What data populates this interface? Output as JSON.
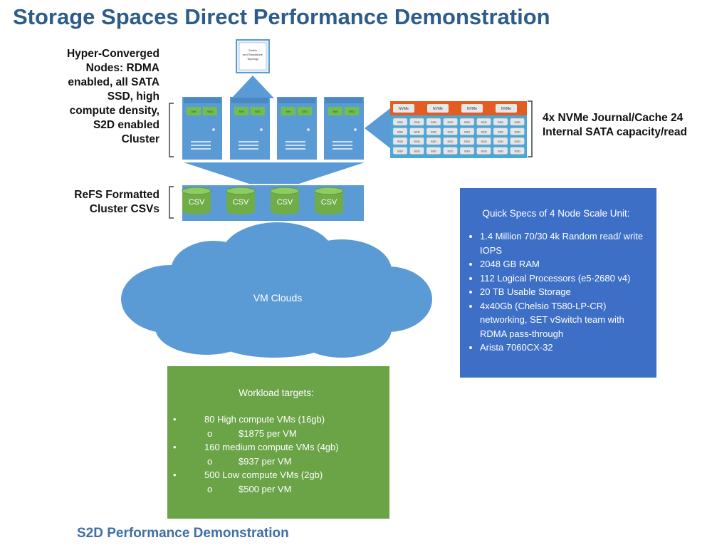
{
  "title": "Storage Spaces Direct Performance Demonstration",
  "left_labels": {
    "nodes": [
      "Hyper-Converged",
      "Nodes: RDMA",
      "enabled, all SATA",
      "SSD, high",
      "compute density,",
      "S2D enabled",
      "Cluster"
    ],
    "csv": [
      "ReFS Formatted",
      "Cluster CSVs"
    ]
  },
  "right_label": [
    "4x NVMe Journal/Cache 24",
    "Internal SATA capacity/read"
  ],
  "switch_label": "Switch and Standalone Topology",
  "node_slot_labels": [
    "NVi",
    "SSD"
  ],
  "csv_labels": [
    "CSV",
    "CSV",
    "CSV",
    "CSV"
  ],
  "nvme_labels": [
    "NVMe",
    "NVMe",
    "NVMe",
    "NVMe"
  ],
  "ssd_label": "SSD",
  "vm_clouds": "VM Clouds",
  "quick_specs": {
    "heading": "Quick Specs of 4 Node Scale Unit:",
    "items": [
      "1.4 Million 70/30 4k Random read/ write IOPS",
      "2048 GB RAM",
      "112 Logical Processors (e5-2680 v4)",
      "20 TB Usable Storage",
      "4x40Gb (Chelsio T580-LP-CR) networking, SET vSwitch team with RDMA pass-through",
      "Arista 7060CX-32"
    ]
  },
  "workload": {
    "heading": "Workload targets:",
    "bullet_marker": "•",
    "sub_marker": "o",
    "items": [
      {
        "text": "80 High compute VMs (16gb)",
        "sub": "$1875 per VM"
      },
      {
        "text": "160 medium compute VMs (4gb)",
        "sub": "$937 per VM"
      },
      {
        "text": "500 Low compute VMs (2gb)",
        "sub": "$500 per VM"
      }
    ]
  },
  "footer": "S2D Performance Demonstration",
  "colors": {
    "title": "#2e5c8a",
    "node_blue": "#5b9bd5",
    "csv_green": "#70ad47",
    "quick_specs_bg": "#3e6fc6",
    "workload_bg": "#6aa447",
    "nvme_orange": "#e35d22",
    "ssd_tray": "#5bc6e8"
  }
}
